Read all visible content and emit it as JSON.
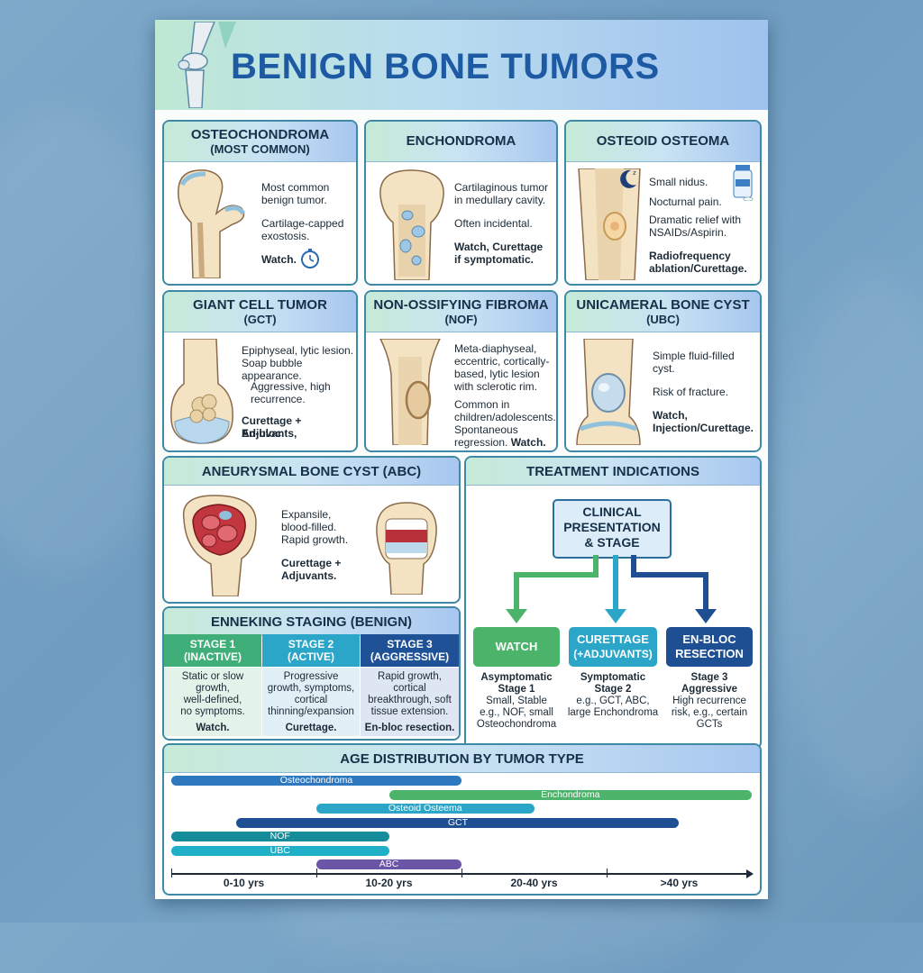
{
  "title": "BENIGN BONE TUMORS",
  "colors": {
    "accent": "#1d5aa3",
    "watch": "#4cb46a",
    "curettage": "#2b9ec6",
    "enbloc": "#1f4f93"
  },
  "cards": {
    "osteochondroma": {
      "title1": "OSTEOCHONDROMA",
      "title2": "(MOST COMMON)",
      "l1": "Most common",
      "l2": "benign tumor.",
      "l3": "Cartilage-capped",
      "l4": "exostosis.",
      "l5": "Watch.",
      "icon": "stopwatch-icon"
    },
    "enchondroma": {
      "title": "ENCHONDROMA",
      "l1": "Cartilaginous tumor",
      "l2": "in medullary cavity.",
      "l3": "Often incidental.",
      "l4": "Watch, Curettage",
      "l5": "if symptomatic."
    },
    "osteoid": {
      "title": "OSTEOID OSTEOMA",
      "l1": "Small nidus.",
      "l2": "Nocturnal pain.",
      "l3": "Dramatic relief with",
      "l4": "NSAIDs/Aspirin.",
      "l5": "Radiofrequency",
      "l6": "ablation/Curettage.",
      "icon": "moon-icon"
    },
    "gct": {
      "title1": "GIANT CELL TUMOR",
      "title2": "(GCT)",
      "l1": "Epiphyseal, lytic lesion.",
      "l2": "Soap bubble appearance.",
      "l3": "Aggressive, high",
      "l4": "recurrence.",
      "l5": "Curettage + Adjuvants,",
      "l6": "En-bloc."
    },
    "nof": {
      "title1": "NON-OSSIFYING FIBROMA",
      "title2": "(NOF)",
      "l1": "Meta-diaphyseal,",
      "l2": "eccentric, cortically-",
      "l3": "based, lytic lesion",
      "l4": "with sclerotic rim.",
      "l5": "Common in",
      "l6": "children/adolescents.",
      "l7": "Spontaneous",
      "l8": "regression.",
      "l9": "Watch."
    },
    "ubc": {
      "title1": "UNICAMERAL BONE CYST",
      "title2": "(UBC)",
      "l1": "Simple fluid-filled",
      "l2": "cyst.",
      "l3": "Risk of fracture.",
      "l4": "Watch,",
      "l5": "Injection/Curettage."
    },
    "abc": {
      "title": "ANEURYSMAL BONE CYST (ABC)",
      "l1": "Expansile,",
      "l2": "blood-filled.",
      "l3": "Rapid growth.",
      "l4": "Curettage +",
      "l5": "Adjuvants."
    }
  },
  "staging": {
    "title": "ENNEKING STAGING (BENIGN)",
    "stages": [
      {
        "h1": "STAGE 1",
        "h2": "(INACTIVE)",
        "d1": "Static or slow",
        "d2": "growth,",
        "d3": "well-defined,",
        "d4": "no symptoms.",
        "action": "Watch.",
        "color": "#3fae79"
      },
      {
        "h1": "STAGE 2",
        "h2": "(ACTIVE)",
        "d1": "Progressive",
        "d2": "growth, symptoms,",
        "d3": "cortical",
        "d4": "thinning/expansion",
        "action": "Curettage.",
        "color": "#2ba6c8"
      },
      {
        "h1": "STAGE 3",
        "h2": "(AGGRESSIVE)",
        "d1": "Rapid growth,",
        "d2": "cortical",
        "d3": "breakthrough, soft",
        "d4": "tissue extension.",
        "action": "En-bloc resection.",
        "color": "#1f5197"
      }
    ]
  },
  "treatment": {
    "title": "TREATMENT INDICATIONS",
    "center1": "CLINICAL",
    "center2": "PRESENTATION",
    "center3": "& STAGE",
    "options": [
      {
        "label1": "WATCH",
        "label2": "",
        "d1": "Asymptomatic",
        "d2": "Stage 1",
        "d3": "Small, Stable",
        "d4": "e.g., NOF, small",
        "d5": "Osteochondroma"
      },
      {
        "label1": "CURETTAGE",
        "label2": "(+ADJUVANTS)",
        "d1": "Symptomatic",
        "d2": "Stage 2",
        "d3": "e.g., GCT, ABC,",
        "d4": "large Enchondroma",
        "d5": ""
      },
      {
        "label1": "EN-BLOC",
        "label2": "RESECTION",
        "d1": "Stage 3",
        "d2": "Aggressive",
        "d3": "High recurrence",
        "d4": "risk, e.g., certain",
        "d5": "GCTs"
      }
    ]
  },
  "age": {
    "title": "AGE DISTRIBUTION BY TUMOR TYPE",
    "ticks": [
      "0-10 yrs",
      "10-20 yrs",
      "20-40 yrs",
      ">40 yrs"
    ]
  },
  "chart_data": {
    "type": "bar",
    "title": "AGE DISTRIBUTION BY TUMOR TYPE",
    "categories": [
      "0-10 yrs",
      "10-20 yrs",
      "20-40 yrs",
      ">40 yrs"
    ],
    "series": [
      {
        "name": "Osteochondroma",
        "start": 0,
        "end": 2,
        "color": "#2e78bf"
      },
      {
        "name": "Enchondroma",
        "start": 1.5,
        "end": 4,
        "color": "#4cb46a"
      },
      {
        "name": "Osteoid Osteema",
        "start": 1,
        "end": 2.5,
        "color": "#2ba6c8"
      },
      {
        "name": "GCT",
        "start": 0.45,
        "end": 3.5,
        "color": "#1f4f93"
      },
      {
        "name": "NOF",
        "start": 0,
        "end": 1.5,
        "color": "#158c9a"
      },
      {
        "name": "UBC",
        "start": 0,
        "end": 1.5,
        "color": "#1fb0c8"
      },
      {
        "name": "ABC",
        "start": 1,
        "end": 2,
        "color": "#6a55a6"
      }
    ]
  }
}
